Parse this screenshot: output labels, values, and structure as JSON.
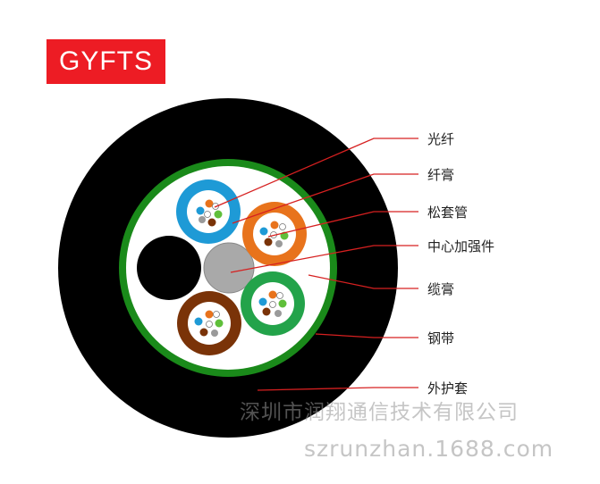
{
  "title": "GYFTS",
  "colors": {
    "title_bg": "#ed1c24",
    "sheath": "#000000",
    "steel_tape": "#1a8a1a",
    "filler": "#ffffff",
    "central_member": "#a9a9a9",
    "leader_line": "#d62020",
    "tube_blue": "#1e9ad6",
    "tube_orange": "#e8731c",
    "tube_green": "#23a34a",
    "tube_brown": "#7a3308",
    "filler_rod": "#000000"
  },
  "labels": [
    {
      "id": "fiber",
      "text": "光纤"
    },
    {
      "id": "fiber-gel",
      "text": "纤膏"
    },
    {
      "id": "loose-tube",
      "text": "松套管"
    },
    {
      "id": "central-member",
      "text": "中心加强件"
    },
    {
      "id": "cable-filling",
      "text": "缆膏"
    },
    {
      "id": "steel-tape",
      "text": "钢带"
    },
    {
      "id": "outer-sheath",
      "text": "外护套"
    }
  ],
  "watermark": {
    "company": "深圳市润翔通信技术有限公司",
    "site": "szrunzhan.1688.com"
  }
}
